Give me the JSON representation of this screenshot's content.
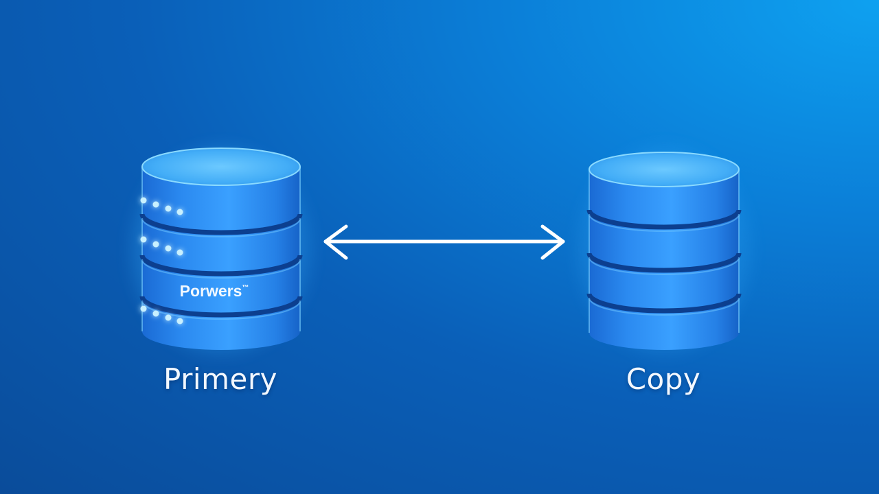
{
  "primary": {
    "caption": "Primery",
    "label": "Porwers",
    "trademark": "™"
  },
  "copy": {
    "caption": "Copy"
  },
  "connector": {
    "type": "bidirectional-arrow",
    "color": "#ffffff"
  },
  "colors": {
    "background_dark": "#0a4c9a",
    "background_light": "#0ea1f0",
    "cylinder_body": "#1a73e0",
    "cylinder_top": "#4fb8ff",
    "band": "#0c3f8f",
    "indicator_light": "#b8ecff"
  }
}
